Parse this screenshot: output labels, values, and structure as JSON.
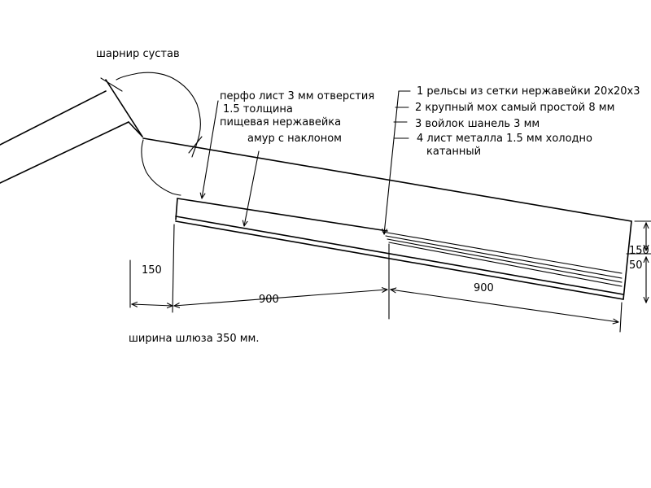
{
  "labels": {
    "joint": "шарнир сустав",
    "perf_line1": "перфо лист 3 мм отверстия",
    "perf_line2": "1.5 толщина",
    "perf_line3": "пищевая нержавейка",
    "amur": "амур с наклоном",
    "layer1": "1 рельсы из сетки нержавейки 20х20х3",
    "layer2": "2 крупный мох самый простой 8 мм",
    "layer3": "3 войлок шанель 3 мм",
    "layer4_line1": "4 лист металла 1.5 мм холодно",
    "layer4_line2": "катанный",
    "width_note": "ширина шлюза 350 мм."
  },
  "dimensions": {
    "left_offset": "150",
    "segment_1": "900",
    "segment_2": "900",
    "height_total": "150",
    "height_bottom": "50"
  },
  "colors": {
    "ink": "#000000",
    "background": "#ffffff"
  }
}
